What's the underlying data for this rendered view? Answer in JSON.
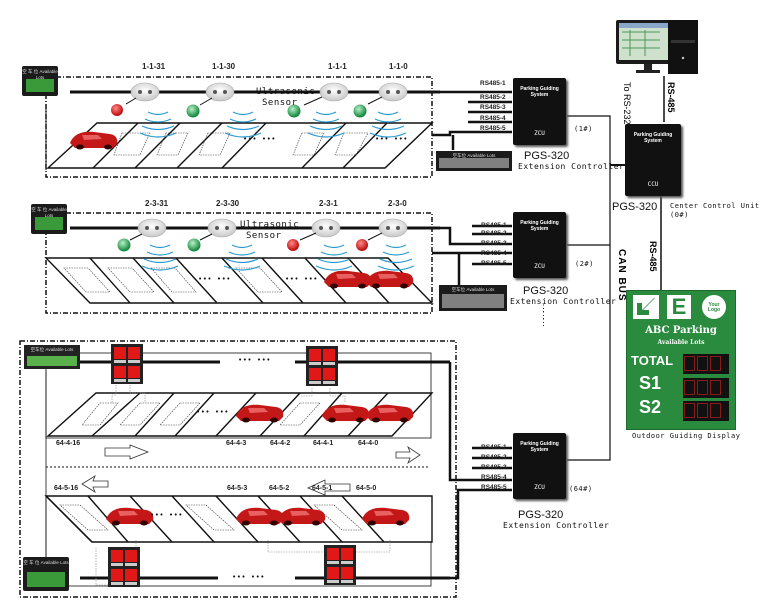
{
  "title": "Parking Guiding System Diagram",
  "floor1": {
    "sensor_label": "Ultrasonic\nSensor",
    "sensor_label_line1": "Ultrasonic",
    "sensor_label_line2": "Sensor",
    "spaces": [
      "1-1-31",
      "1-1-30",
      "1-1-1",
      "1-1-0"
    ],
    "indicator_states": [
      "red",
      "green",
      "green",
      "green"
    ],
    "entrance_display": {
      "header": "空 车 位  Available Lots"
    },
    "zone_display": {
      "header": "空车位 Available Lots"
    },
    "ellipsis": "••• •••"
  },
  "floor2": {
    "sensor_label_line1": "Ultrasonic",
    "sensor_label_line2": "Sensor",
    "spaces": [
      "2-3-31",
      "2-3-30",
      "2-3-1",
      "2-3-0"
    ],
    "indicator_states": [
      "green",
      "green",
      "red",
      "red"
    ],
    "entrance_display": {
      "header": "空 车 位  Available Lots"
    },
    "zone_display": {
      "header": "空车位 Available Lots"
    },
    "ellipsis": "••• •••"
  },
  "floor64": {
    "row1_spaces": [
      "64-4-16",
      "64-4-3",
      "64-4-2",
      "64-4-1",
      "64-4-0"
    ],
    "row2_spaces": [
      "64-5-16",
      "64-5-3",
      "64-5-2",
      "64-5-1",
      "64-5-0"
    ],
    "top_display": {
      "header": "空车位 Available Lots"
    },
    "bottom_display": {
      "header": "空 车 位  Available Lots"
    },
    "ellipsis": "••• •••"
  },
  "controllers": [
    {
      "id": "(1#)",
      "model": "PGS-320",
      "type": "Extension Controller",
      "box_title": "Parking Guiding System",
      "box_label": "ZCU",
      "ports": [
        "RS485-1",
        "RS485-2",
        "RS485-3",
        "RS485-4",
        "RS485-5"
      ]
    },
    {
      "id": "(2#)",
      "model": "PGS-320",
      "type": "Extension Controller",
      "box_title": "Parking Guiding System",
      "box_label": "ZCU",
      "ports": [
        "RS485-1",
        "RS485-2",
        "RS485-3",
        "RS485-4",
        "RS485-5"
      ]
    },
    {
      "id": "(64#)",
      "model": "PGS-320",
      "type": "Extension Controller",
      "box_title": "Parking Guiding System",
      "box_label": "ZCU",
      "ports": [
        "RS485-1",
        "RS485-2",
        "RS485-3",
        "RS485-4",
        "RS485-5"
      ]
    }
  ],
  "center": {
    "model": "PGS-320",
    "type": "Center Control Unit",
    "id": "(0#)",
    "box_title": "Parking Guiding System",
    "box_label": "CCU"
  },
  "links": {
    "pc_link_left": "To RS-232",
    "pc_link_right": "RS-485",
    "display_link": "RS-485",
    "bus": "CAN BUS",
    "more": "⋮"
  },
  "outdoor_display": {
    "brand": "ABC Parking",
    "subtitle": "Available Lots",
    "logo": "Your Logo",
    "entrance_letter": "E",
    "rows": [
      "TOTAL",
      "S1",
      "S2"
    ],
    "caption": "Outdoor Guiding Display"
  }
}
